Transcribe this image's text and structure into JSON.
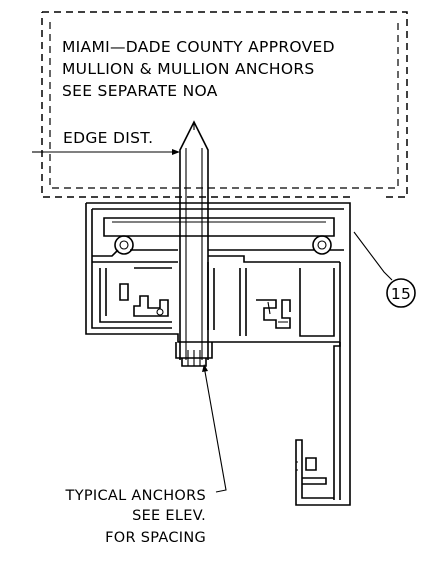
{
  "note": {
    "lines": [
      "MIAMI—DADE COUNTY APPROVED",
      "MULLION & MULLION ANCHORS",
      "SEE SEPARATE NOA"
    ]
  },
  "edge_label": "EDGE DIST.",
  "callout_number": "15",
  "anchor_note": {
    "lines": [
      "TYPICAL ANCHORS",
      "SEE ELEV.",
      "FOR SPACING"
    ]
  }
}
